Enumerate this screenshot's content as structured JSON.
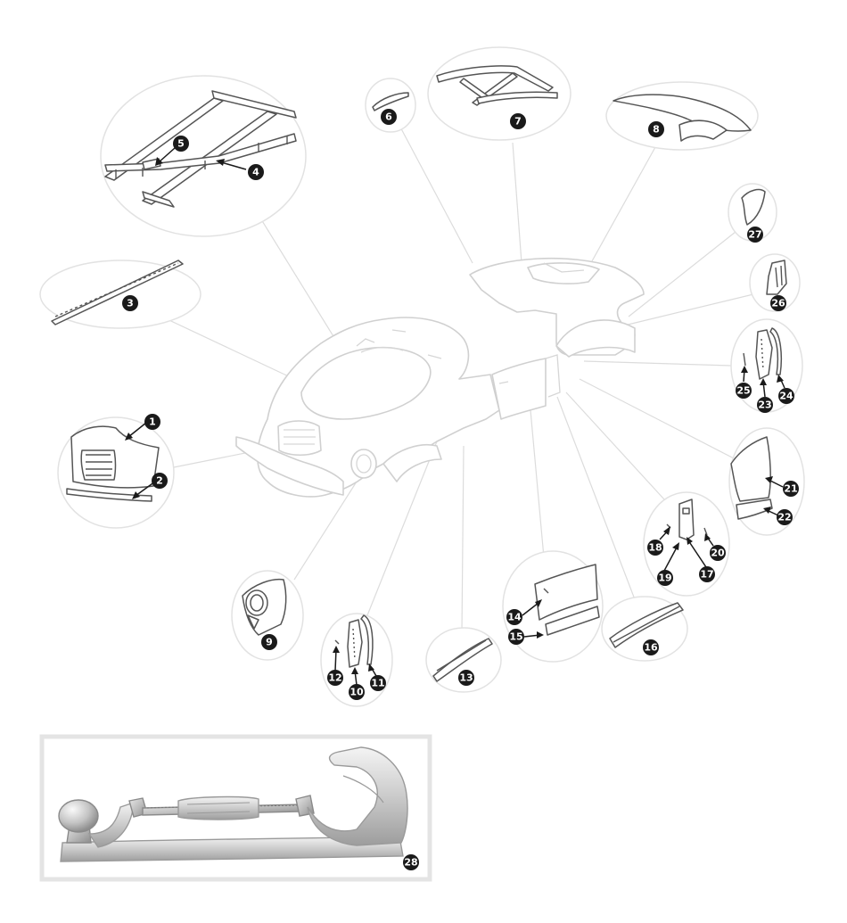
{
  "diagram": {
    "callouts": [
      {
        "id": "1",
        "label": "1"
      },
      {
        "id": "2",
        "label": "2"
      },
      {
        "id": "3",
        "label": "3"
      },
      {
        "id": "4",
        "label": "4"
      },
      {
        "id": "5",
        "label": "5"
      },
      {
        "id": "6",
        "label": "6"
      },
      {
        "id": "7",
        "label": "7"
      },
      {
        "id": "8",
        "label": "8"
      },
      {
        "id": "9",
        "label": "9"
      },
      {
        "id": "10",
        "label": "10"
      },
      {
        "id": "11",
        "label": "11"
      },
      {
        "id": "12",
        "label": "12"
      },
      {
        "id": "13",
        "label": "13"
      },
      {
        "id": "14",
        "label": "14"
      },
      {
        "id": "15",
        "label": "15"
      },
      {
        "id": "16",
        "label": "16"
      },
      {
        "id": "17",
        "label": "17"
      },
      {
        "id": "18",
        "label": "18"
      },
      {
        "id": "19",
        "label": "19"
      },
      {
        "id": "20",
        "label": "20"
      },
      {
        "id": "21",
        "label": "21"
      },
      {
        "id": "22",
        "label": "22"
      },
      {
        "id": "23",
        "label": "23"
      },
      {
        "id": "24",
        "label": "24"
      },
      {
        "id": "25",
        "label": "25"
      },
      {
        "id": "26",
        "label": "26"
      },
      {
        "id": "27",
        "label": "27"
      },
      {
        "id": "28",
        "label": "28"
      }
    ],
    "colors": {
      "callout_fill": "#1a1a1a",
      "callout_text": "#ffffff",
      "leader_line": "#dcdcdc",
      "part_stroke": "#555555",
      "tool_frame": "#e4e4e4"
    }
  }
}
